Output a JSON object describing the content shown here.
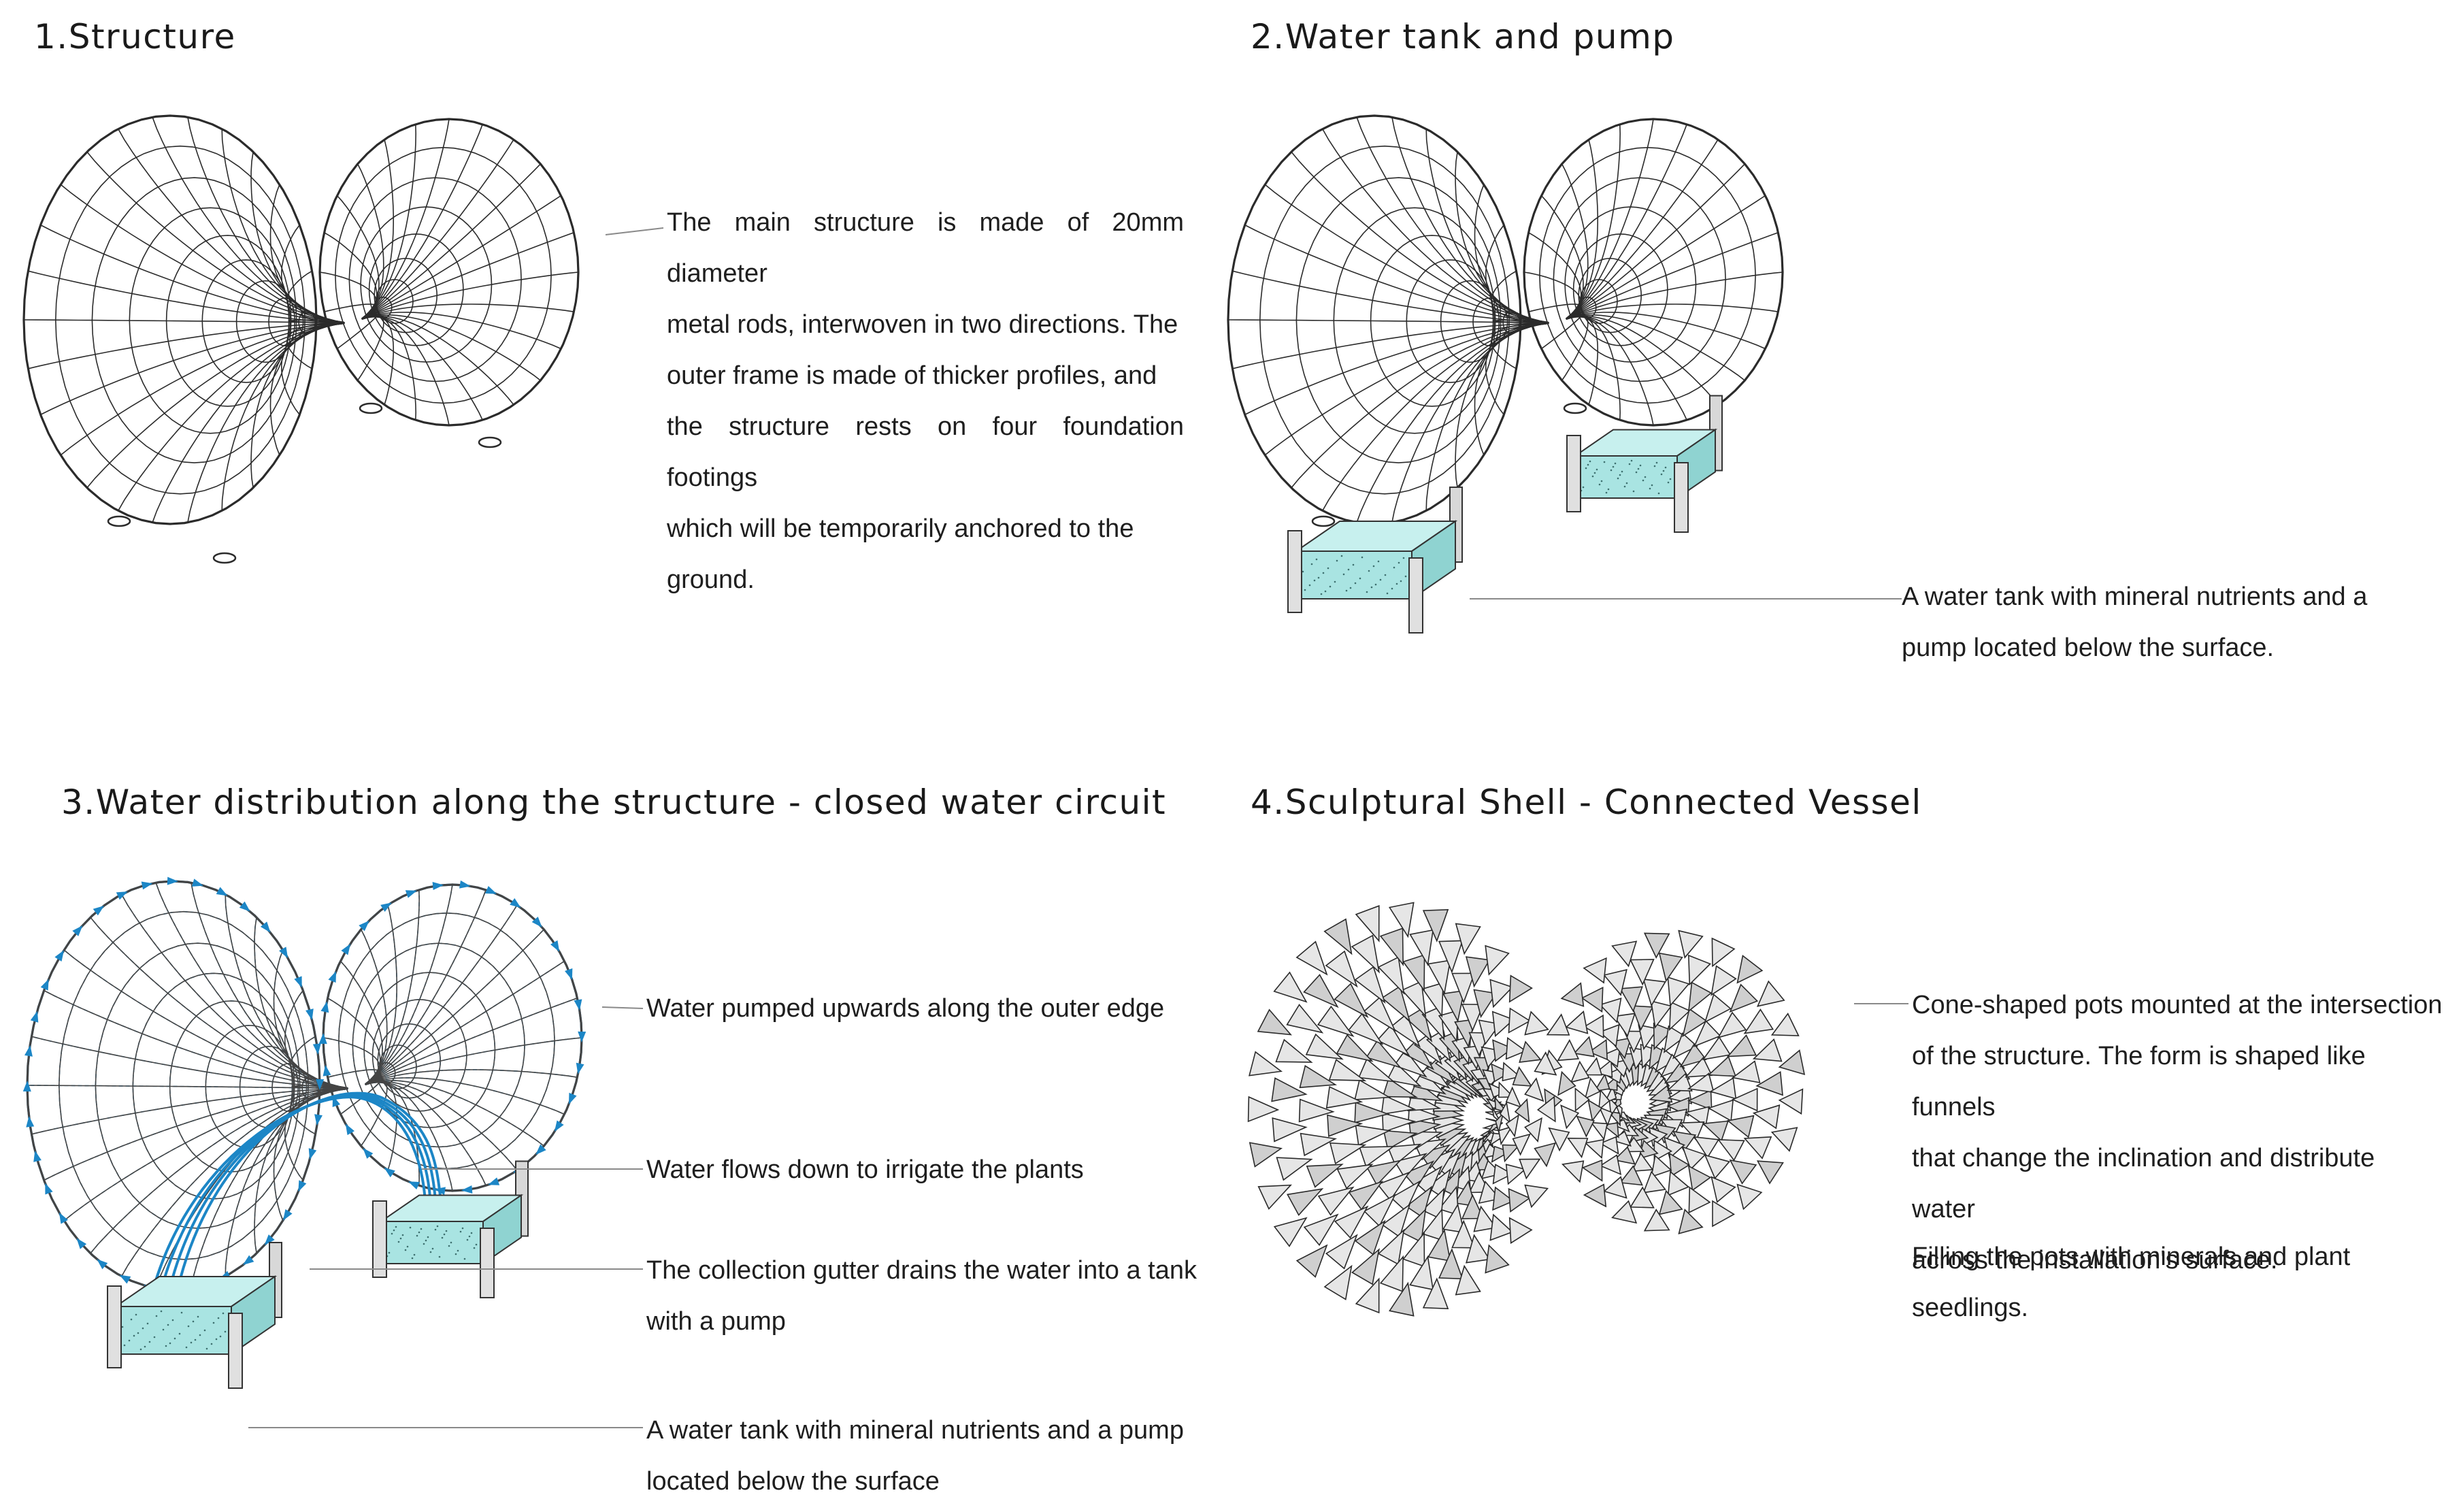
{
  "panels": [
    {
      "title": "1.Structure",
      "description": [
        "The main structure is made of 20mm diameter",
        "metal rods, interwoven in two directions. The",
        "outer frame is made of thicker profiles, and",
        "the structure rests on four foundation footings",
        "which will be temporarily anchored to the",
        "ground."
      ]
    },
    {
      "title": "2.Water tank and pump",
      "annotation": [
        "A water tank with mineral nutrients and a",
        "pump located below the surface."
      ]
    },
    {
      "title": "3.Water distribution along the structure - closed water circuit",
      "annotations": [
        {
          "lines": [
            "Water pumped upwards along the outer edge"
          ]
        },
        {
          "lines": [
            "Water flows down to irrigate the plants"
          ]
        },
        {
          "lines": [
            "The collection gutter drains the water into a tank",
            "with a pump"
          ]
        },
        {
          "lines": [
            "A water tank with mineral nutrients and a pump",
            "located below the surface"
          ]
        }
      ]
    },
    {
      "title": "4.Sculptural Shell - Connected Vessel",
      "annotations": [
        {
          "lines": [
            "Cone-shaped pots mounted at the intersection",
            "of the structure. The form is shaped like funnels",
            "that change the inclination and distribute water",
            "across the installation's surface."
          ]
        },
        {
          "lines": [
            "Filling the pots with minerals and plant",
            "seedlings."
          ]
        }
      ]
    }
  ],
  "colors": {
    "text": "#1a1a1a",
    "mesh": "#2b2b2b",
    "water_flow": "#1c86c6",
    "tank_fill": "#a9e4e2",
    "pot_fill": "#e6e6e6",
    "leader_line": "#8a8a8a"
  }
}
